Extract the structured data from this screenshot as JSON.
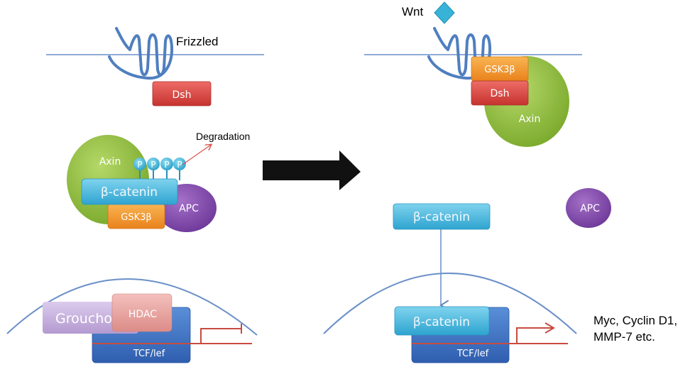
{
  "left": {
    "receptor_label": "Frizzled",
    "dsh": "Dsh",
    "axin": "Axin",
    "phospho": [
      "P",
      "P",
      "P",
      "P"
    ],
    "degradation": "Degradation",
    "beta_catenin": "β-catenin",
    "gsk3b": "GSK3β",
    "apc": "APC",
    "groucho": "Groucho",
    "hdac": "HDAC",
    "tcf": "TCF/lef"
  },
  "right": {
    "ligand_label": "Wnt",
    "gsk3b": "GSK3β",
    "dsh": "Dsh",
    "axin": "Axin",
    "beta_catenin_cyto": "β-catenin",
    "apc": "APC",
    "beta_catenin_nuc": "β-catenin",
    "tcf": "TCF/lef",
    "target_genes": [
      "Myc, Cyclin D1,",
      "MMP-7 etc."
    ]
  },
  "colors": {
    "membrane": "#6a8fc8",
    "receptor": "#4f7fc0",
    "dsh": "#d9443f",
    "gsk3b": "#f39a2e",
    "axin": "#8dbb3a",
    "beta_catenin": "#41b3da",
    "apc": "#7f4aa8",
    "groucho": "#c5b0dc",
    "hdac": "#e8a0a0",
    "tcf": "#3c6fc2",
    "gene_arrow": "#c84b40",
    "big_arrow": "#111111"
  }
}
